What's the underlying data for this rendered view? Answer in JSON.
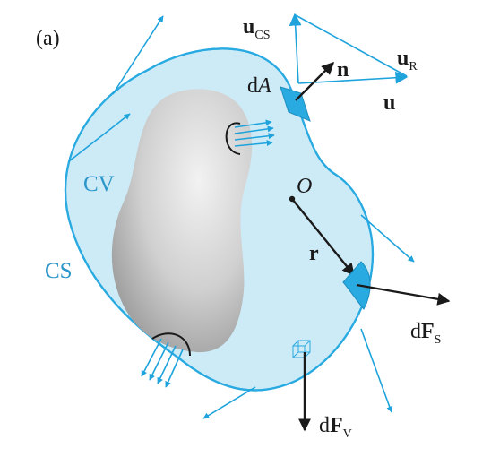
{
  "figure": {
    "panel_label": "(a)",
    "labels": {
      "cv": "CV",
      "cs": "CS",
      "origin": "O",
      "da": {
        "prefix": "d",
        "var": "A"
      },
      "n": "n",
      "r": "r",
      "u": "u",
      "u_cs": {
        "main": "u",
        "sub": "CS"
      },
      "u_r": {
        "main": "u",
        "sub": "R"
      },
      "df_s": {
        "prefix": "d",
        "main": "F",
        "sub": "S"
      },
      "df_v": {
        "prefix": "d",
        "main": "F",
        "sub": "V"
      }
    }
  },
  "colors": {
    "cv_fill": "#cdebf7",
    "cs_outline": "#29aae1",
    "arrow_blue": "#1ea3dc",
    "label_blue": "#2b96c9",
    "vector_black": "#1a1a1a",
    "body_gray_light": "#f2f2f2",
    "body_gray_dark": "#9a9a9a"
  }
}
